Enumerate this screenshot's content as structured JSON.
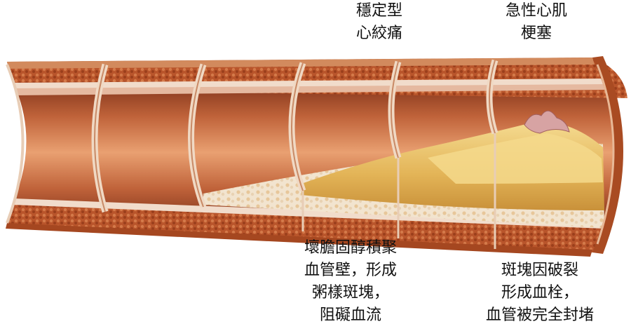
{
  "labels": {
    "stable_angina": [
      "穩定型",
      "心絞痛"
    ],
    "acute_mi": [
      "急性心肌",
      "梗塞"
    ],
    "cholesterol": [
      "壞膽固醇積聚",
      "血管壁，形成",
      "粥樣斑塊，",
      "阻礙血流"
    ],
    "rupture": [
      "斑塊因破裂",
      "形成血栓，",
      "血管被完全封堵"
    ]
  },
  "colors": {
    "lumen_dark": "#8a3b1f",
    "lumen_mid": "#c8693f",
    "lumen_light": "#e9a071",
    "wall_outer": "#b5542b",
    "wall_fiber": "#e8cdb6",
    "plaque": "#e6b95a",
    "plaque_light": "#f3d88c",
    "thrombus": "#d9a0a0"
  }
}
